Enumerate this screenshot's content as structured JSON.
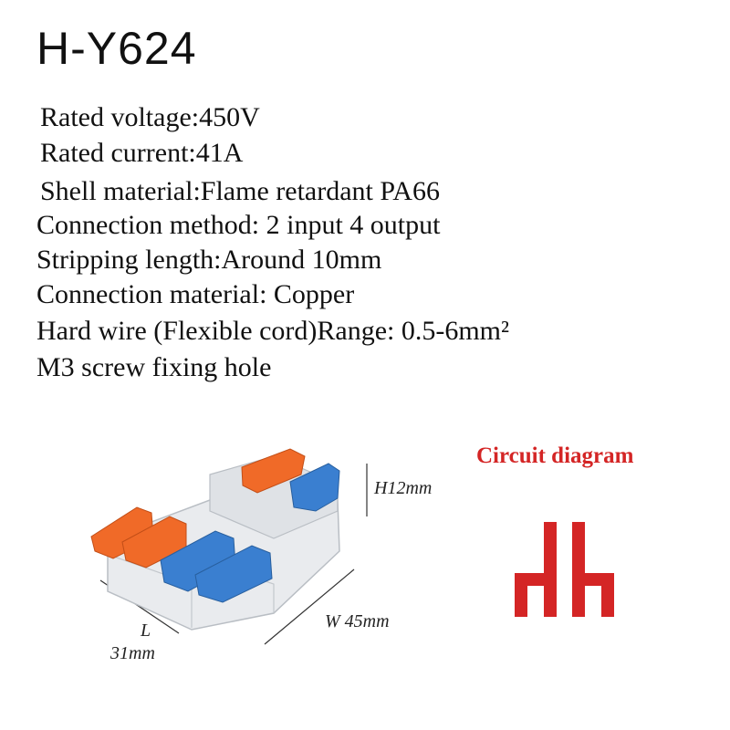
{
  "title": "H-Y624",
  "specs": [
    "Rated voltage:450V",
    "Rated current:41A",
    "Shell material:Flame retardant PA66",
    "Connection method: 2 input 4 output",
    "Stripping length:Around 10mm",
    "Connection material: Copper",
    "Hard wire (Flexible cord)Range: 0.5-6mm²",
    "M3 screw fixing hole"
  ],
  "dimensions": {
    "height": "H12mm",
    "width": "W 45mm",
    "length_letter": "L",
    "length_value": "31mm"
  },
  "circuit_diagram": {
    "title": "Circuit diagram"
  },
  "colors": {
    "accent_red": "#d42525",
    "lever_orange": "#f06a28",
    "lever_blue": "#3a7fd0"
  }
}
